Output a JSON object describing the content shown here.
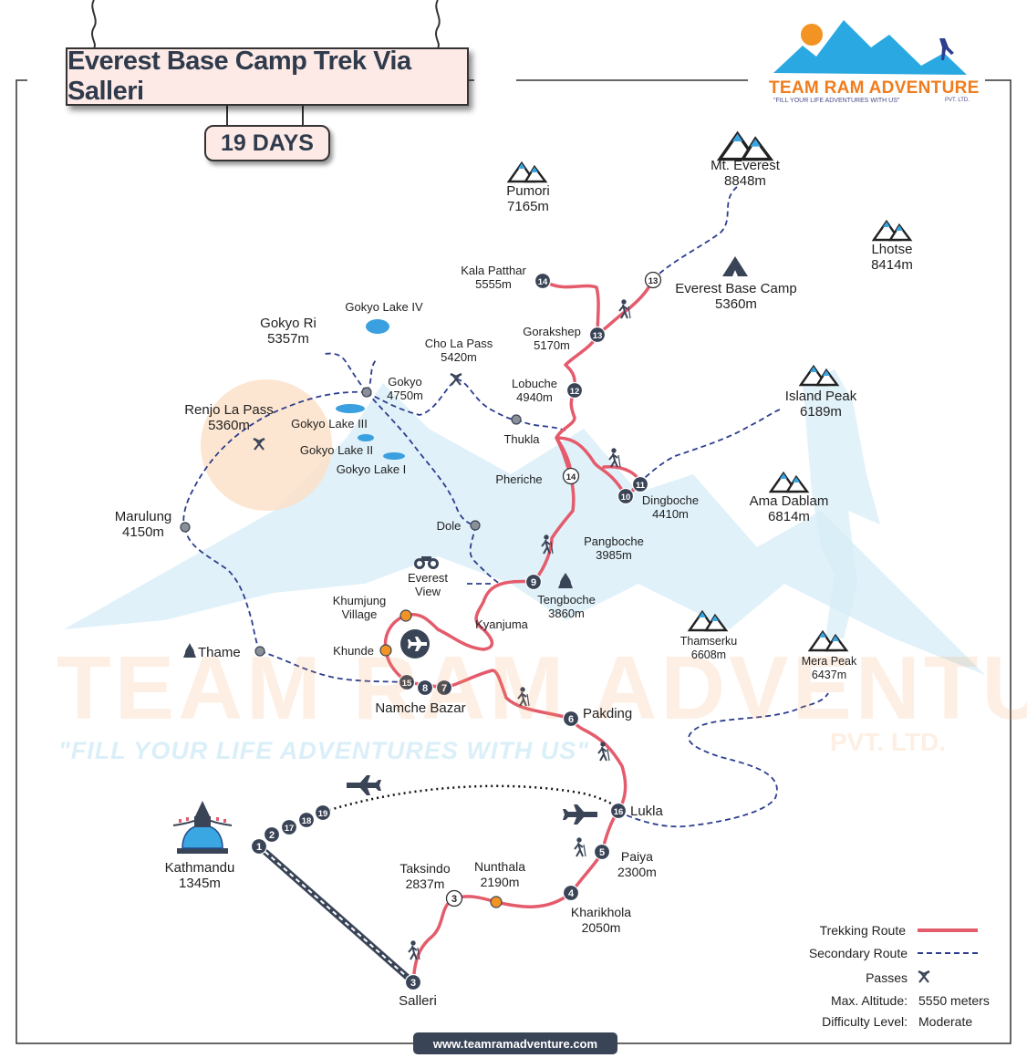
{
  "title": "Everest Base Camp Trek Via Salleri",
  "duration": "19 DAYS",
  "brand": {
    "name": "TEAM RAM ADVENTURE",
    "tagline": "\"FILL YOUR LIFE ADVENTURES WITH US\"",
    "pvt": "PVT. LTD.",
    "website": "www.teamramadventure.com"
  },
  "watermark": {
    "name": "TEAM RAM ADVENTURE",
    "tagline": "\"FILL YOUR LIFE ADVENTURES WITH US\"",
    "pvt": "PVT. LTD."
  },
  "colors": {
    "trekking_route": "#e45b6c",
    "secondary_route": "#2d3e8f",
    "stop_marker": "#3a4457",
    "village_marker": "#f29324",
    "peak_fill": "#3aa7e2"
  },
  "peaks": [
    {
      "name": "Mt. Everest",
      "altitude": "8848m"
    },
    {
      "name": "Pumori",
      "altitude": "7165m"
    },
    {
      "name": "Lhotse",
      "altitude": "8414m"
    },
    {
      "name": "Island Peak",
      "altitude": "6189m"
    },
    {
      "name": "Ama Dablam",
      "altitude": "6814m"
    },
    {
      "name": "Thamserku",
      "altitude": "6608m"
    },
    {
      "name": "Mera Peak",
      "altitude": "6437m"
    }
  ],
  "places": {
    "kathmandu": {
      "name": "Kathmandu",
      "altitude": "1345m"
    },
    "salleri": {
      "name": "Salleri"
    },
    "taksindo": {
      "name": "Taksindo",
      "altitude": "2837m"
    },
    "nunthala": {
      "name": "Nunthala",
      "altitude": "2190m"
    },
    "kharikhola": {
      "name": "Kharikhola",
      "altitude": "2050m"
    },
    "paiya": {
      "name": "Paiya",
      "altitude": "2300m"
    },
    "lukla": {
      "name": "Lukla"
    },
    "pakding": {
      "name": "Pakding"
    },
    "namche": {
      "name": "Namche Bazar"
    },
    "khunde": {
      "name": "Khunde"
    },
    "khumjung": {
      "name": "Khumjung Village"
    },
    "everest_view": {
      "name": "Everest View"
    },
    "kyanjuma": {
      "name": "Kyanjuma"
    },
    "tengboche": {
      "name": "Tengboche",
      "altitude": "3860m"
    },
    "pangboche": {
      "name": "Pangboche",
      "altitude": "3985m"
    },
    "pheriche": {
      "name": "Pheriche"
    },
    "dingboche": {
      "name": "Dingboche",
      "altitude": "4410m"
    },
    "thukla": {
      "name": "Thukla"
    },
    "lobuche": {
      "name": "Lobuche",
      "altitude": "4940m"
    },
    "gorakshep": {
      "name": "Gorakshep",
      "altitude": "5170m"
    },
    "kala_patthar": {
      "name": "Kala Patthar",
      "altitude": "5555m"
    },
    "ebc": {
      "name": "Everest Base Camp",
      "altitude": "5360m"
    },
    "cho_la": {
      "name": "Cho La Pass",
      "altitude": "5420m"
    },
    "gokyo": {
      "name": "Gokyo",
      "altitude": "4750m"
    },
    "gokyo_ri": {
      "name": "Gokyo Ri",
      "altitude": "5357m"
    },
    "gokyo_lake_1": {
      "name": "Gokyo Lake I"
    },
    "gokyo_lake_2": {
      "name": "Gokyo Lake II"
    },
    "gokyo_lake_3": {
      "name": "Gokyo Lake III"
    },
    "gokyo_lake_4": {
      "name": "Gokyo Lake IV"
    },
    "renjo_la": {
      "name": "Renjo La Pass",
      "altitude": "5360m"
    },
    "marulung": {
      "name": "Marulung",
      "altitude": "4150m"
    },
    "thame": {
      "name": "Thame"
    },
    "dole": {
      "name": "Dole"
    }
  },
  "day_markers": [
    "1",
    "2",
    "3",
    "3",
    "4",
    "5",
    "6",
    "7",
    "8",
    "9",
    "10",
    "11",
    "12",
    "13",
    "13",
    "14",
    "14",
    "15",
    "16",
    "17",
    "18",
    "19"
  ],
  "legend": {
    "trekking_route": "Trekking Route",
    "secondary_route": "Secondary Route",
    "passes": "Passes",
    "max_altitude_label": "Max. Altitude:",
    "max_altitude_value": "5550 meters",
    "difficulty_label": "Difficulty Level:",
    "difficulty_value": "Moderate"
  }
}
